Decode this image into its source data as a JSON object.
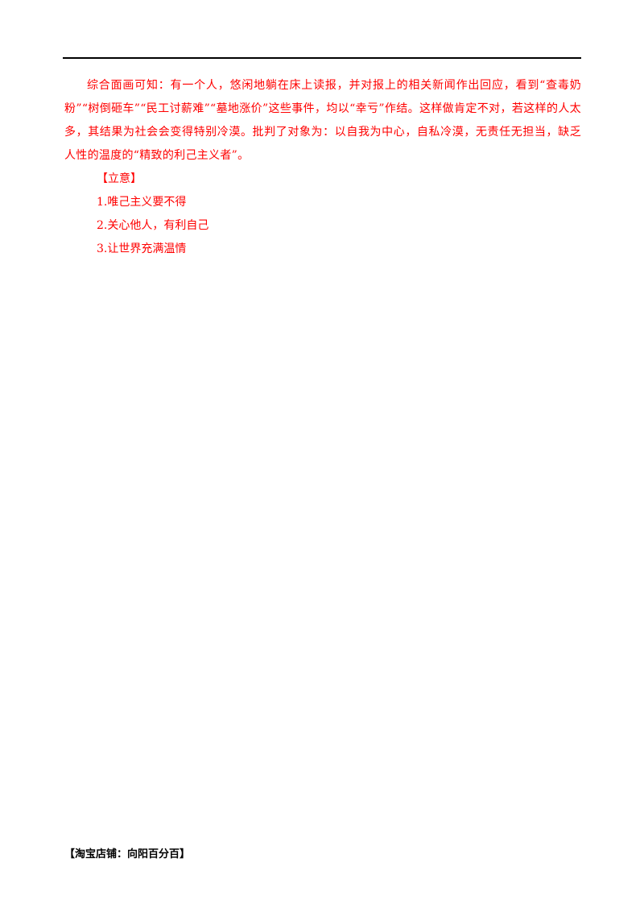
{
  "main": {
    "paragraph": "综合面画可知：有一个人，悠闲地躺在床上读报，并对报上的相关新闻作出回应，看到“查毒奶粉”“树倒砸车”“民工讨薪难”“墓地涨价”这些事件，均以“幸亏”作结。这样做肯定不对，若这样的人太多，其结果为社会会变得特别冷漠。批判了对象为：以自我为中心，自私冷漠，无责任无担当，缺乏人性的温度的“精致的利己主义者”。",
    "heading": "【立意】",
    "points": [
      "1.唯己主义要不得",
      "2.关心他人，有利自己",
      "3.让世界充满温情"
    ]
  },
  "footer": {
    "text": "【淘宝店铺：向阳百分百】"
  },
  "colors": {
    "body_text": "#ff0000",
    "footer_text": "#000000",
    "rule": "#000000"
  }
}
